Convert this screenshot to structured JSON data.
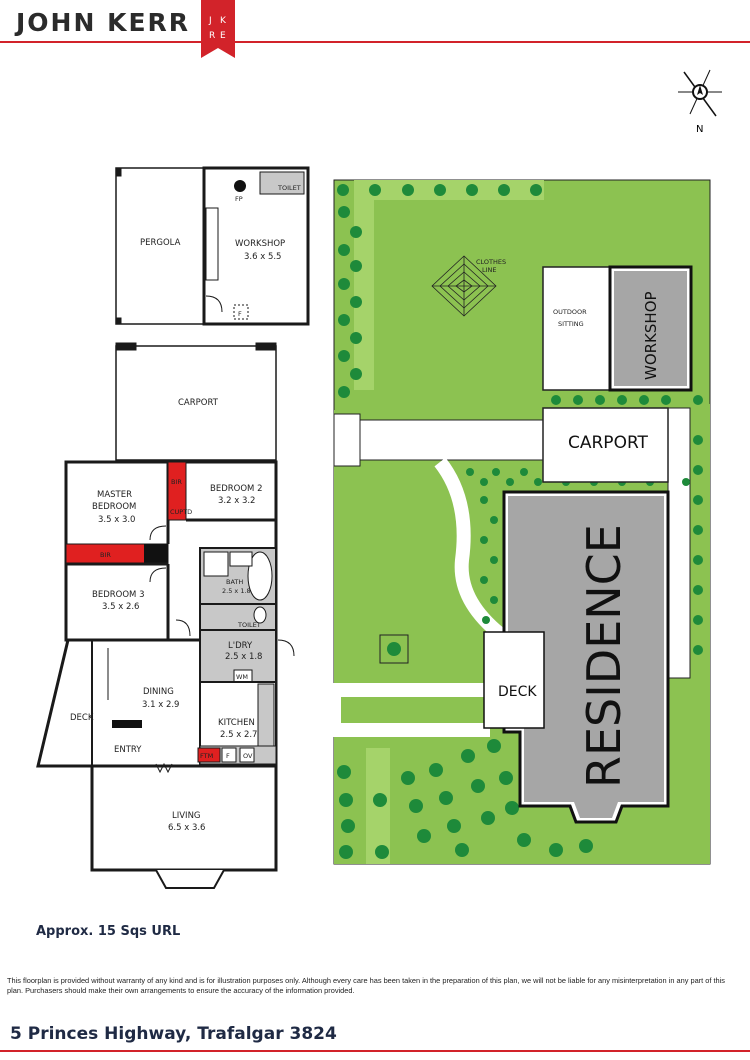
{
  "header": {
    "brand": "JOHN KERR",
    "logo_letters": [
      "J",
      "K",
      "R",
      "E"
    ],
    "brand_color": "#d2232a"
  },
  "compass": {
    "north_label": "N",
    "icon": "compass-icon"
  },
  "floor_plan": {
    "rooms": {
      "pergola": "PERGOLA",
      "workshop": "WORKSHOP",
      "workshop_dims": "3.6 x 5.5",
      "fp": "FP",
      "toilet_upper": "TOILET",
      "f_upper": "F",
      "carport": "CARPORT",
      "master": "MASTER",
      "bedroom": "BEDROOM",
      "master_dims": "3.5 x 3.0",
      "bed2": "BEDROOM 2",
      "bed2_dims": "3.2 x 3.2",
      "bir_small": "BIR",
      "cupt": "CUPTD",
      "bir_long": "BIR",
      "bed3": "BEDROOM 3",
      "bed3_dims": "3.5 x 2.6",
      "bath": "BATH",
      "bath_dims": "2.5 x 1.8",
      "toilet": "TOILET",
      "ldry": "L'DRY",
      "ldry_dims": "2.5 x 1.8",
      "wm": "WM",
      "dining": "DINING",
      "dining_dims": "3.1 x 2.9",
      "deck": "DECK",
      "entry": "ENTRY",
      "kitchen": "KITCHEN",
      "kitchen_dims": "2.5 x 2.7",
      "ftm": "FTM",
      "f_kitchen": "F",
      "ov": "OV",
      "living": "LIVING",
      "living_dims": "6.5 x 3.6"
    },
    "colors": {
      "wall": "#1a1a1a",
      "wet_area": "#c8c8c8",
      "storage": "#e02020"
    }
  },
  "site_plan": {
    "clothes_line_1": "CLOTHES",
    "clothes_line_2": "LINE",
    "outdoor_1": "OUTDOOR",
    "outdoor_2": "SITTING",
    "workshop": "WORKSHOP",
    "carport": "CARPORT",
    "residence": "RESIDENCE",
    "deck": "DECK",
    "colors": {
      "lawn": "#8cc251",
      "tree": "#1e8a3a",
      "building": "#a6a6a6"
    }
  },
  "area_text": "Approx. 15 Sqs URL",
  "disclaimer": "This floorplan is provided without warranty of any kind and is for illustration purposes only. Although every care has been taken in the preparation of this plan, we will not be liable for any misinterpretation in any part of this plan. Purchasers should make their own arrangements to ensure the accuracy of the information provided.",
  "address": "5 Princes Highway, Trafalgar 3824"
}
